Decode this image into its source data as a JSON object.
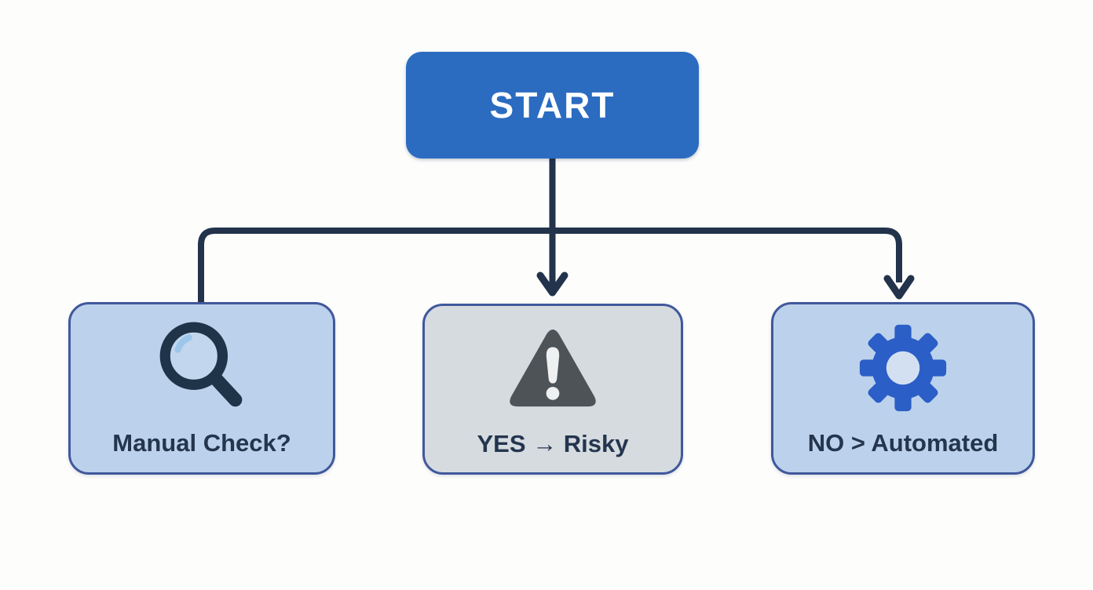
{
  "diagram": {
    "start_node": {
      "label": "START"
    },
    "branch_nodes": [
      {
        "label": "Manual Check?",
        "icon": "magnifier-icon"
      },
      {
        "label": "YES → Risky",
        "icon": "warning-icon"
      },
      {
        "label": "NO > Automated",
        "icon": "gear-icon"
      }
    ],
    "colors": {
      "start_fill": "#2b6cc1",
      "start_text": "#ffffff",
      "connector": "#22334b",
      "node_border": "#40589b",
      "node_fill_blue": "#bcd2ec",
      "node_fill_gray": "#d6dbe0",
      "label_text": "#24364e",
      "icon_navy": "#1f3349",
      "magnifier_highlight": "#9cc6ec",
      "warning_gray": "#4e5358",
      "warning_mark": "#eef0f1",
      "gear_blue": "#2b5ec6",
      "gear_hole": "#d2e0f1",
      "background": "#fdfdfc"
    }
  }
}
